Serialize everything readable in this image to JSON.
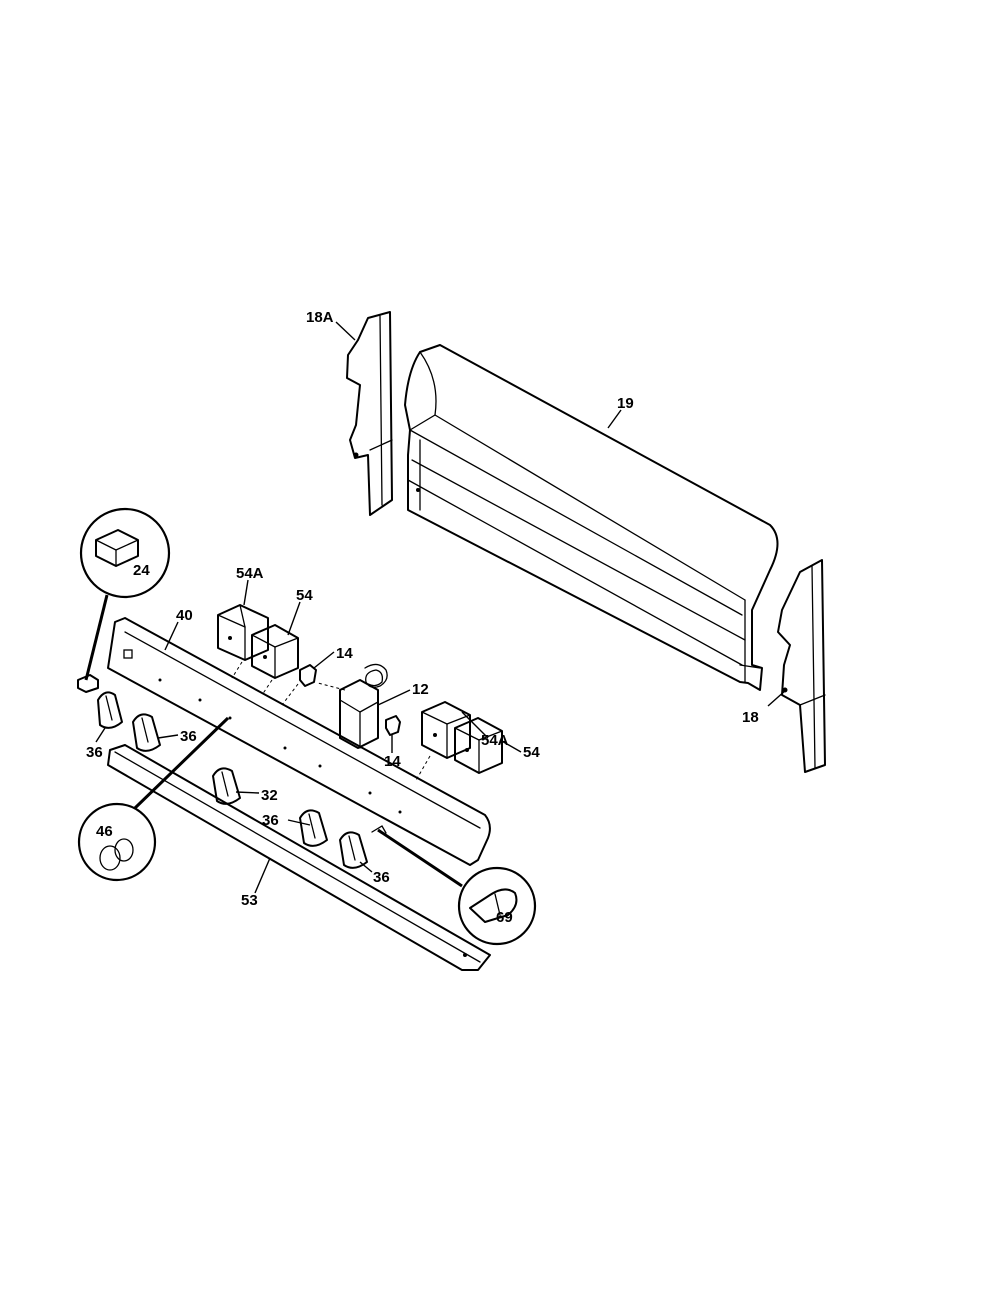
{
  "diagram": {
    "part_labels": {
      "p18A": "18A",
      "p19": "19",
      "p18": "18",
      "p24": "24",
      "p54A_left": "54A",
      "p54_left": "54",
      "p40": "40",
      "p14_top": "14",
      "p12": "12",
      "p54A_right": "54A",
      "p54_right": "54",
      "p14_bottom": "14",
      "p36_a": "36",
      "p36_b": "36",
      "p32": "32",
      "p36_c": "36",
      "p36_d": "36",
      "p46": "46",
      "p53": "53",
      "p69": "69"
    }
  }
}
